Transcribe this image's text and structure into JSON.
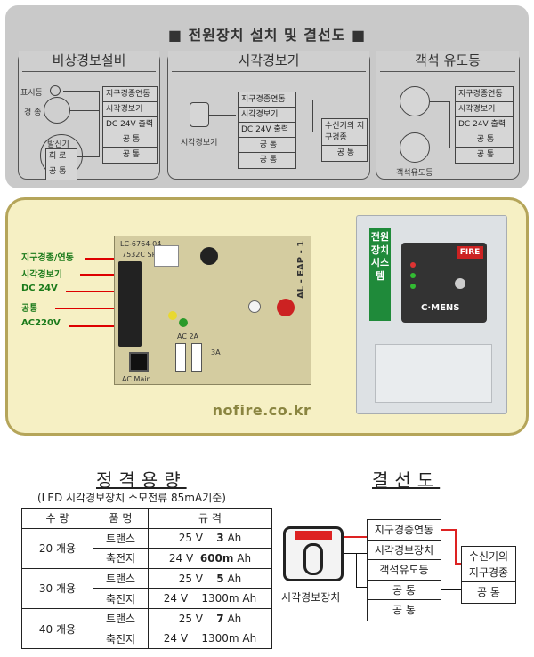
{
  "top_diagram": {
    "title": "전원장치 설치 및 결선도",
    "sections": [
      {
        "title": "비상경보설비",
        "left_labels": [
          "표시등",
          "경 종",
          "발신기"
        ],
        "sub_terms": [
          "회 로",
          "공 통"
        ],
        "terminals": [
          "지구경종연동",
          "시각경보기",
          "DC 24V 출력",
          "공 통",
          "공 통"
        ]
      },
      {
        "title": "시각경보기",
        "device_label": "시각경보기",
        "terminals": [
          "지구경종연동",
          "시각경보기",
          "DC 24V 출력",
          "공 통",
          "공 통"
        ],
        "receiver_terminals": [
          "수신기의 지구경종",
          "공 통"
        ]
      },
      {
        "title": "객석 유도등",
        "device_label": "객석유도등",
        "terminals": [
          "지구경종연동",
          "시각경보기",
          "DC 24V 출력",
          "공 통",
          "공 통"
        ]
      }
    ]
  },
  "photo": {
    "terminal_labels": [
      "지구경종/연동",
      "시각경보기",
      "DC 24V",
      "공통",
      "AC220V"
    ],
    "pcb_labels": [
      "LC-6764-04",
      "7532C SP",
      "AC Main",
      "AC 2A",
      "3A",
      "AL - EAP - 1"
    ],
    "cabinet": {
      "side_label": "전원장치시스템",
      "badge": "FIRE",
      "brand": "C·MENS"
    },
    "watermark": "nofire.co.kr"
  },
  "spec": {
    "title": "정격용량",
    "note": "(LED 시각경보장치 소모전류 85mA기준)",
    "headers": [
      "수 량",
      "품 명",
      "규 격"
    ],
    "groups": [
      {
        "qty": "20 개용",
        "rows": [
          {
            "item": "트랜스",
            "v": "25 V",
            "cap": "3",
            "unit": "Ah"
          },
          {
            "item": "축전지",
            "v": "24 V",
            "cap": "600m",
            "unit": "Ah"
          }
        ]
      },
      {
        "qty": "30 개용",
        "rows": [
          {
            "item": "트랜스",
            "v": "25 V",
            "cap": "5",
            "unit": "Ah"
          },
          {
            "item": "축전지",
            "v": "24 V",
            "cap": "1300m",
            "unit": "Ah"
          }
        ]
      },
      {
        "qty": "40 개용",
        "rows": [
          {
            "item": "트랜스",
            "v": "25 V",
            "cap": "7",
            "unit": "Ah"
          },
          {
            "item": "축전지",
            "v": "24 V",
            "cap": "1300m",
            "unit": "Ah"
          }
        ]
      }
    ]
  },
  "wiring": {
    "title": "결선도",
    "device_label": "시각경보장치",
    "terminals": [
      "지구경종연동",
      "시각경보장치",
      "객석유도등",
      "공 통",
      "공 통"
    ],
    "receiver": [
      "수신기의",
      "지구경종",
      "공 통"
    ]
  },
  "colors": {
    "photo_bg": "#f6f0c4",
    "photo_border": "#b5a55a",
    "top_bg": "#c9c9c9",
    "wire_red": "#d22"
  }
}
